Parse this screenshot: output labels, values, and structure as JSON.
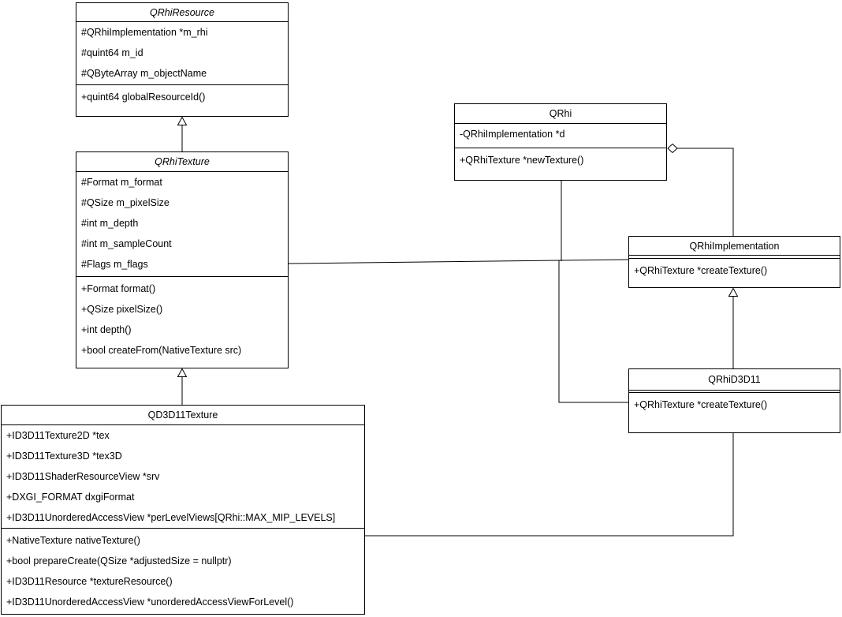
{
  "diagram": {
    "background_color": "#ffffff",
    "line_color": "#000000",
    "text_color": "#000000",
    "classes": [
      {
        "name": "QRhiResource",
        "abstract": true,
        "attributes": [
          "#QRhiImplementation *m_rhi",
          "#quint64 m_id",
          "#QByteArray m_objectName"
        ],
        "methods": [
          "+quint64 globalResourceId()"
        ]
      },
      {
        "name": "QRhiTexture",
        "abstract": true,
        "attributes": [
          "#Format m_format",
          "#QSize m_pixelSize",
          "#int m_depth",
          "#int m_sampleCount",
          "#Flags m_flags"
        ],
        "methods": [
          "+Format format()",
          "+QSize pixelSize()",
          "+int depth()",
          "+bool createFrom(NativeTexture src)"
        ]
      },
      {
        "name": "QRhi",
        "abstract": false,
        "attributes": [
          "-QRhiImplementation *d"
        ],
        "methods": [
          "+QRhiTexture *newTexture()"
        ]
      },
      {
        "name": "QRhiImplementation",
        "abstract": false,
        "attributes": [],
        "methods": [
          "+QRhiTexture *createTexture()"
        ]
      },
      {
        "name": "QRhiD3D11",
        "abstract": false,
        "attributes": [],
        "methods": [
          "+QRhiTexture *createTexture()"
        ]
      },
      {
        "name": "QD3D11Texture",
        "abstract": false,
        "attributes": [
          "+ID3D11Texture2D *tex",
          "+ID3D11Texture3D *tex3D",
          "+ID3D11ShaderResourceView *srv",
          "+DXGI_FORMAT dxgiFormat",
          "+ID3D11UnorderedAccessView *perLevelViews[QRhi::MAX_MIP_LEVELS]"
        ],
        "methods": [
          "+NativeTexture nativeTexture()",
          "+bool prepareCreate(QSize *adjustedSize = nullptr)",
          "+ID3D11Resource *textureResource()",
          "+ID3D11UnorderedAccessView *unorderedAccessViewForLevel()"
        ]
      }
    ]
  }
}
